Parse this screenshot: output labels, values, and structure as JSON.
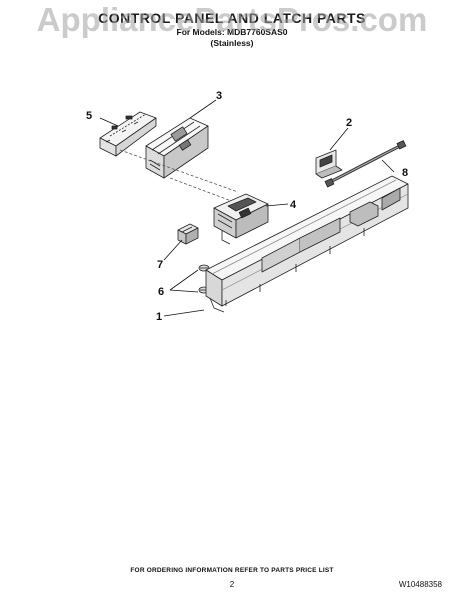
{
  "watermark": "AppliancePartsPros.com",
  "header": {
    "title": "CONTROL PANEL AND LATCH PARTS",
    "models_line": "For Models: MDB7760SAS0",
    "finish": "(Stainless)"
  },
  "callouts": [
    "1",
    "2",
    "3",
    "4",
    "5",
    "6",
    "7",
    "8"
  ],
  "footer": {
    "ordering_note": "FOR ORDERING INFORMATION REFER TO PARTS PRICE LIST",
    "page_number": "2",
    "doc_number": "W10488358"
  }
}
